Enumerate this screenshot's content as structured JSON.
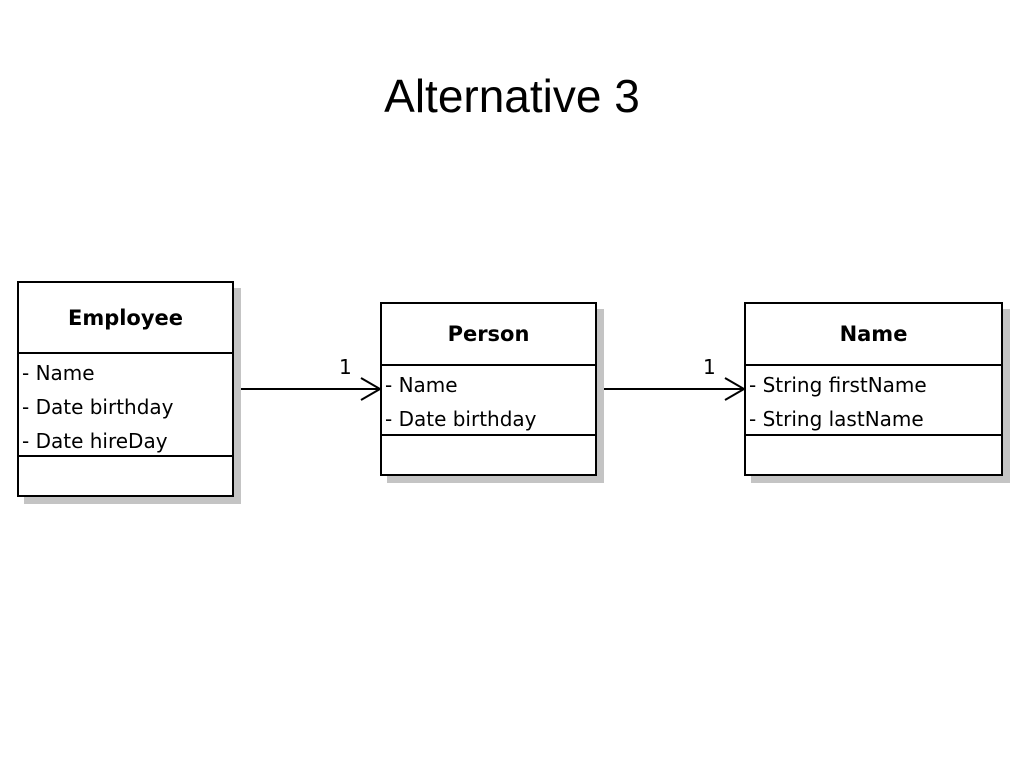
{
  "title": "Alternative 3",
  "classes": {
    "employee": {
      "name": "Employee",
      "attributes": [
        "- Name",
        "- Date birthday",
        "- Date hireDay"
      ]
    },
    "person": {
      "name": "Person",
      "attributes": [
        "- Name",
        "- Date birthday"
      ]
    },
    "name": {
      "name": "Name",
      "attributes": [
        "- String firstName",
        "- String lastName"
      ]
    }
  },
  "associations": [
    {
      "from": "Employee",
      "to": "Person",
      "multiplicity": "1"
    },
    {
      "from": "Person",
      "to": "Name",
      "multiplicity": "1"
    }
  ]
}
